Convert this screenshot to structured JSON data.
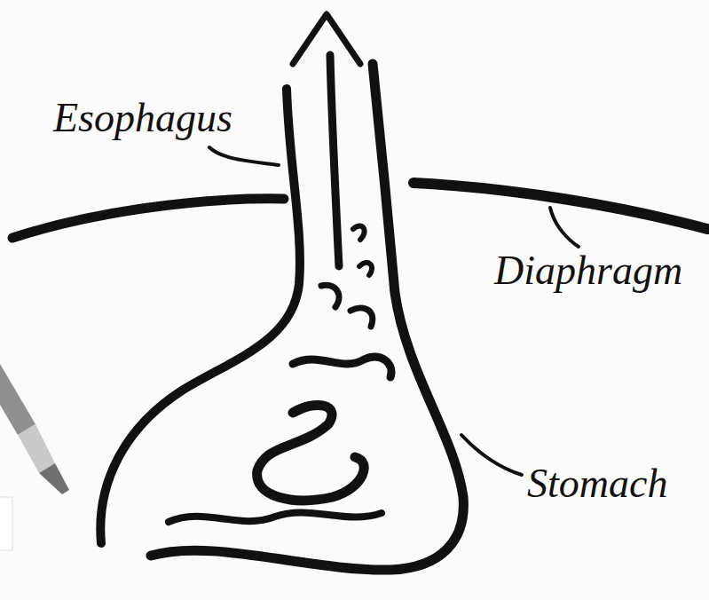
{
  "diagram": {
    "labels": [
      "Esophagus",
      "Diaphragm",
      "Stomach"
    ]
  }
}
